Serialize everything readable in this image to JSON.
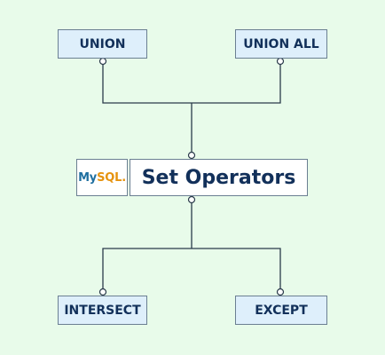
{
  "center": {
    "title": "Set Operators"
  },
  "logo": {
    "text_my": "My",
    "text_sql": "SQL",
    "mark": "."
  },
  "nodes": {
    "union": "UNION",
    "union_all": "UNION ALL",
    "intersect": "INTERSECT",
    "except": "EXCEPT"
  },
  "colors": {
    "background": "#e8fbea",
    "leaf_fill": "#deeffb",
    "border": "#6b7f92",
    "text": "#12305a",
    "mysql_blue": "#1f6fa0",
    "mysql_orange": "#e6930f"
  }
}
